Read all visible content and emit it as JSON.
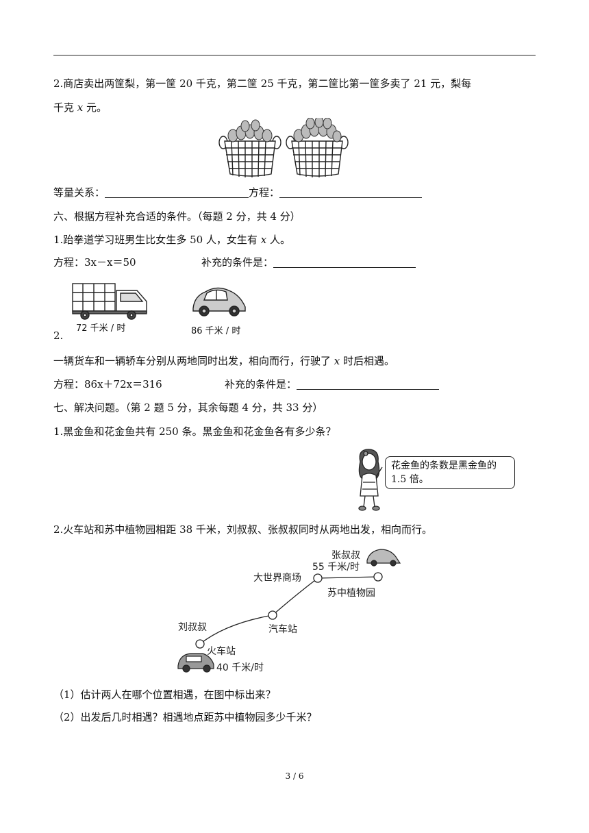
{
  "q5_2": {
    "line1": "2.商店卖出两筐梨，第一筐 20 千克，第二筐 25 千克，第二筐比第一筐多卖了 21 元，梨每",
    "line2_pre": "千克 ",
    "line2_var": "x",
    "line2_post": " 元。",
    "eq_label": "等量关系：",
    "equation_label": "方程："
  },
  "section6": {
    "title": "六、根据方程补充合适的条件。（每题 2 分，共 4 分）",
    "q1_pre": "1.跆拳道学习班男生比女生多 50 人，女生有 ",
    "q1_var": "x",
    "q1_post": " 人。",
    "q1_equation": "方程：3x－x＝50",
    "q1_condition_label": "补充的条件是：",
    "q2_number": "2.",
    "truck_speed": "72 千米 / 时",
    "car_speed": "86 千米 / 时",
    "q2_text_pre": "一辆货车和一辆轿车分别从两地同时出发，相向而行，行驶了 ",
    "q2_text_var": "x",
    "q2_text_post": " 时后相遇。",
    "q2_equation": "方程：86x＋72x＝316",
    "q2_condition_label": "补充的条件是："
  },
  "section7": {
    "title": "七、解决问题。（第 2 题 5 分，其余每题 4 分，共 33 分）",
    "q1_text": "1.黑金鱼和花金鱼共有 250 条。黑金鱼和花金鱼各有多少条？",
    "q1_bubble": "花金鱼的条数是黑金鱼的 1.5 倍。",
    "q2_text": "2.火车站和苏中植物园相距 38 千米，刘叔叔、张叔叔同时从两地出发，相向而行。",
    "map": {
      "zhang": "张叔叔",
      "zhang_speed": "55 千米/时",
      "mall": "大世界商场",
      "garden": "苏中植物园",
      "bus_station": "汽车站",
      "liu": "刘叔叔",
      "train_station": "火车站",
      "liu_speed": "40 千米/时"
    },
    "q2_sub1": "（1）估计两人在哪个位置相遇，在图中标出来？",
    "q2_sub2": "（2）出发后几时相遇？相遇地点距苏中植物园多少千米？"
  },
  "page_number": "3 / 6"
}
